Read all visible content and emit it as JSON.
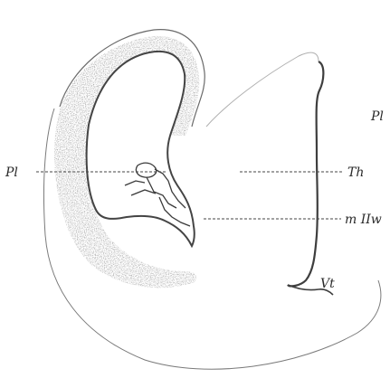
{
  "labels": {
    "pl_left": "Pl",
    "pl_right": "Pl",
    "th": "Th",
    "m_iiw": "m IIw",
    "vt": "Vt"
  }
}
